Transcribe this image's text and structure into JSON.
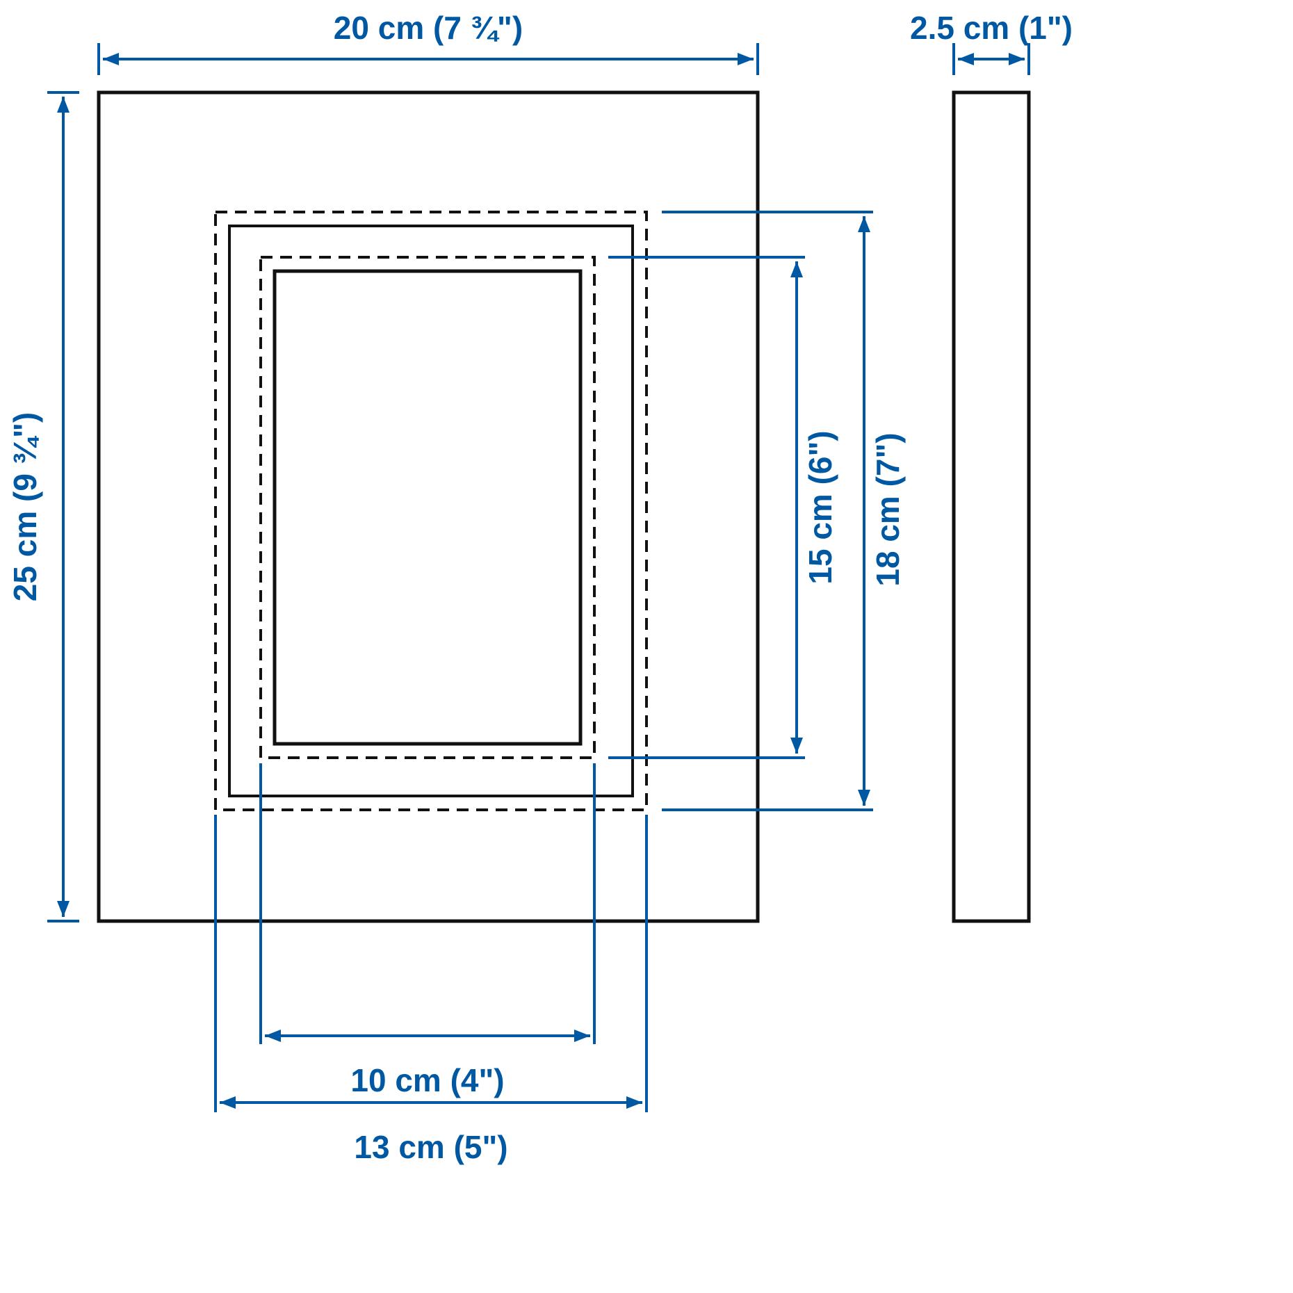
{
  "diagram": {
    "dimensions": {
      "outer_width": "20 cm (7 ¾\")",
      "outer_height": "25 cm (9 ¾\")",
      "depth": "2.5 cm (1\")",
      "without_mat_height": "18 cm (7\")",
      "with_mat_height": "15 cm (6\")",
      "with_mat_width": "10 cm (4\")",
      "without_mat_width": "13 cm (5\")"
    },
    "colors": {
      "dimension_blue": "#0058a3",
      "outline_black": "#111111",
      "background": "#ffffff"
    }
  }
}
